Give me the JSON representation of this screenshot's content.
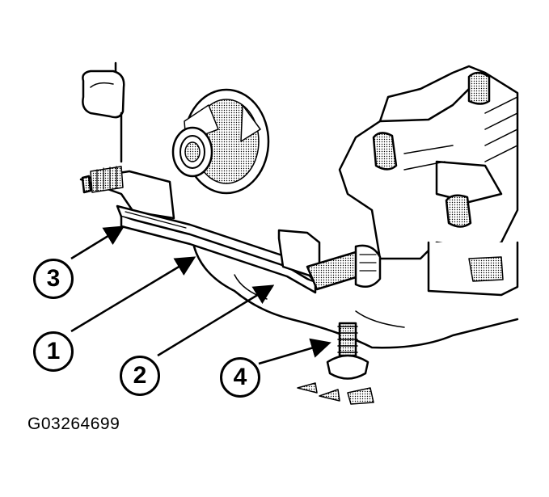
{
  "diagram": {
    "callouts": [
      {
        "id": "3",
        "label": "3"
      },
      {
        "id": "1",
        "label": "1"
      },
      {
        "id": "2",
        "label": "2"
      },
      {
        "id": "4",
        "label": "4"
      }
    ],
    "figure_id": "G03264699"
  }
}
